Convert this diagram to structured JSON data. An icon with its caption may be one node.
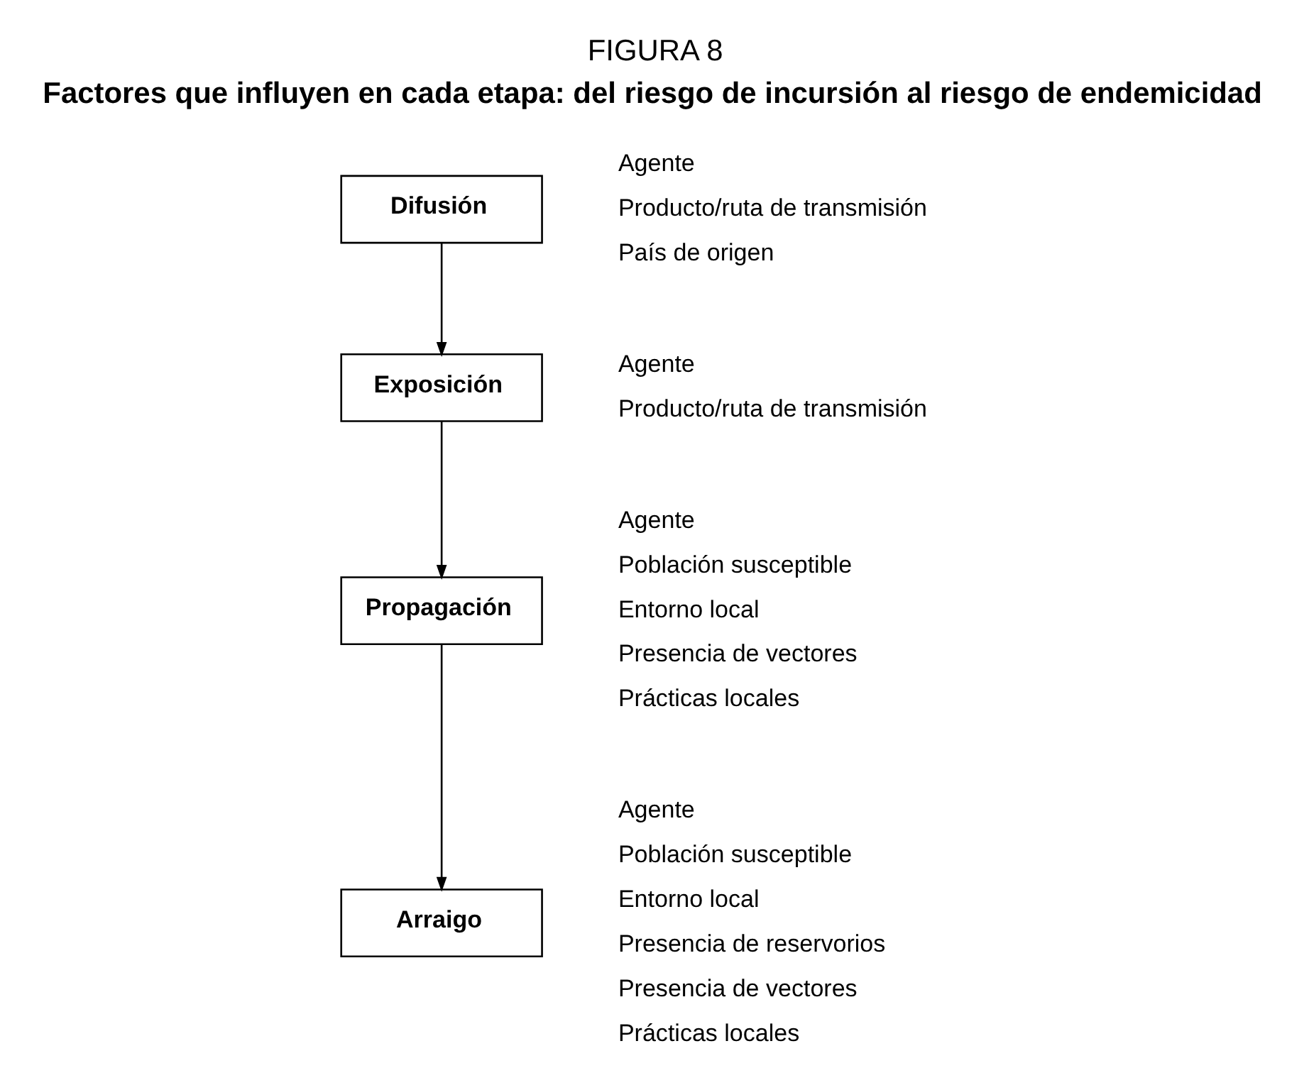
{
  "diagram": {
    "title": "FIGURA 8",
    "caption": "Factores que influyen en cada etapa: del riesgo de incursión al riesgo de endemicidad",
    "nodes": [
      {
        "text": [
          "Difusión"
        ],
        "beside": [
          "Agente",
          "Producto/ruta de transmisión",
          "País de origen"
        ]
      },
      {
        "text": [
          "Exposición"
        ],
        "beside": [
          "Agente",
          "Producto/ruta de transmisión"
        ]
      },
      {
        "text": [
          "Propagación"
        ],
        "beside": [
          "Agente",
          "Población susceptible",
          "Entorno local",
          "Presencia de vectores",
          "Prácticas locales"
        ]
      },
      {
        "text": [
          "Arraigo"
        ],
        "beside": [
          "Agente",
          "Población susceptible",
          "Entorno local",
          "Presencia de reservorios",
          "Presencia de vectores",
          "Prácticas locales"
        ]
      }
    ],
    "edges": [
      {
        "from": 0,
        "to": 1,
        "arrow": "to"
      },
      {
        "from": 1,
        "to": 2,
        "arrow": "to"
      },
      {
        "from": 2,
        "to": 3,
        "arrow": "to"
      }
    ]
  }
}
